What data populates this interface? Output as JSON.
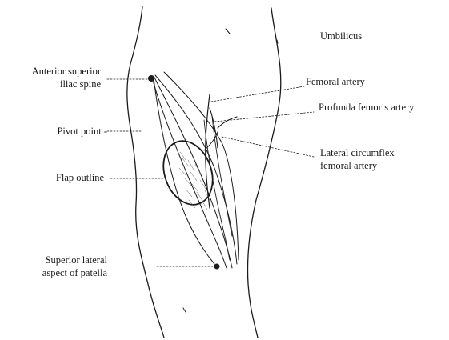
{
  "labels": {
    "umbilicus": "Umbilicus",
    "asis_line1": "Anterior superior",
    "asis_line2": "iliac spine",
    "femoral_artery": "Femoral artery",
    "profunda": "Profunda  femoris artery",
    "pivot_point": "Pivot point -",
    "lcfa_line1": "Lateral circumflex",
    "lcfa_line2": "femoral artery",
    "flap_outline": "Flap outline",
    "patella_line1": "Superior lateral",
    "patella_line2": "aspect of patella"
  },
  "colors": {
    "ink": "#1a1a1a",
    "background": "#ffffff"
  }
}
